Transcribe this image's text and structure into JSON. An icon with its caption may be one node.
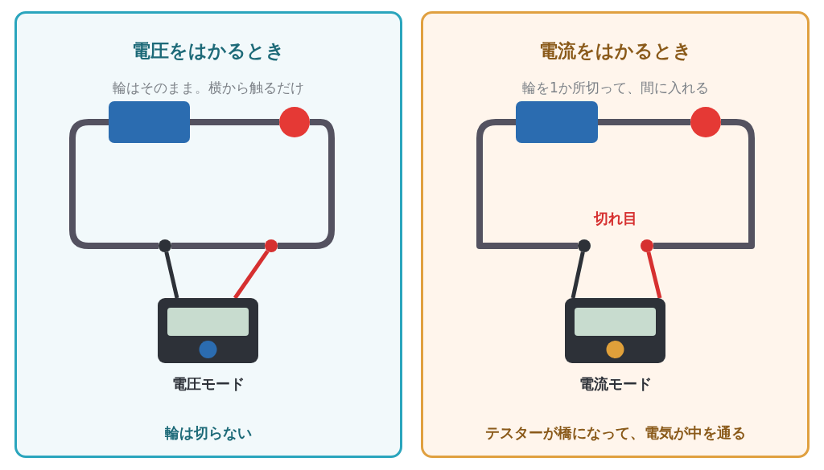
{
  "diagram": {
    "nodes": [
      {
        "text": [
          "電圧をはかるとき",
          "輪はそのまま。横から触るだけ",
          "輪は切らない"
        ]
      },
      {
        "text": [],
        "shape": "box",
        "in": 0
      },
      {
        "text": [],
        "shape": "circle",
        "in": 0
      },
      {
        "text": [],
        "shape": "circle",
        "in": 0
      },
      {
        "text": [],
        "shape": "circle",
        "in": 0
      },
      {
        "text": [],
        "shape": "box",
        "beside": [
          "電圧モード"
        ],
        "in": 0
      },
      {
        "text": [
          "電流をはかるとき",
          "輪を1か所切って、間に入れる",
          "テスターが橋になって、電気が中を通る"
        ]
      },
      {
        "text": [],
        "shape": "box",
        "in": 6
      },
      {
        "text": [],
        "shape": "circle",
        "in": 6
      },
      {
        "text": [],
        "shape": "circle",
        "in": 6
      },
      {
        "text": [],
        "shape": "circle",
        "in": 6
      },
      {
        "text": [],
        "shape": "box",
        "beside": [
          "電流モード"
        ],
        "in": 6
      }
    ],
    "edges": [
      {
        "from": 1,
        "to": 2,
        "arrow": "none"
      },
      {
        "from": 2,
        "to": 4,
        "arrow": "none"
      },
      {
        "from": 4,
        "to": 3,
        "arrow": "none"
      },
      {
        "from": 3,
        "to": 1,
        "arrow": "none"
      },
      {
        "from": 5,
        "to": 3,
        "arrow": "none",
        "color": "#2d3138"
      },
      {
        "from": 5,
        "to": 4,
        "arrow": "none",
        "color": "#d63030"
      },
      {
        "from": 7,
        "to": 8,
        "arrow": "none"
      },
      {
        "from": 8,
        "to": 10,
        "arrow": "none"
      },
      {
        "from": 9,
        "to": 7,
        "arrow": "none"
      },
      {
        "from": 11,
        "to": 9,
        "arrow": "none",
        "color": "#2d3138"
      },
      {
        "from": 11,
        "to": 10,
        "arrow": "none",
        "color": "#d63030"
      }
    ],
    "labels": [
      "切れ目"
    ]
  }
}
